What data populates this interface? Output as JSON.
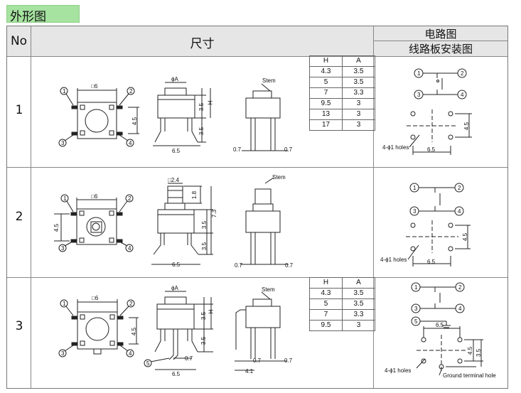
{
  "title": "外形图",
  "header": {
    "no": "No",
    "size": "尺寸",
    "circuit": "电路图",
    "pcb": "线路板安装图"
  },
  "rows": [
    {
      "no": "1"
    },
    {
      "no": "2"
    },
    {
      "no": "3"
    }
  ],
  "tables": {
    "t1": {
      "head": [
        "H",
        "A"
      ],
      "rows": [
        [
          "4.3",
          "3.5"
        ],
        [
          "5",
          "3.5"
        ],
        [
          "7",
          "3.3"
        ],
        [
          "9.5",
          "3"
        ],
        [
          "13",
          "3"
        ],
        [
          "17",
          "3"
        ]
      ]
    },
    "t3": {
      "head": [
        "H",
        "A"
      ],
      "rows": [
        [
          "4.3",
          "3.5"
        ],
        [
          "5",
          "3.5"
        ],
        [
          "7",
          "3.3"
        ],
        [
          "9.5",
          "3"
        ]
      ]
    }
  },
  "labels": {
    "sq6": "□6",
    "sq24": "□2.4",
    "phiA": "ϕA",
    "stem": "Stem",
    "d45": "4.5",
    "d65": "6.5",
    "d35": "3.5",
    "dH": "H",
    "d07": "0.7",
    "d18": "1.8",
    "d73": "7.3",
    "d41": "4.1",
    "p1": "1",
    "p2": "2",
    "p3": "3",
    "p4": "4",
    "p5": "5",
    "holes": "4-ϕ1 holes",
    "ground": "Ground terminal hole"
  }
}
